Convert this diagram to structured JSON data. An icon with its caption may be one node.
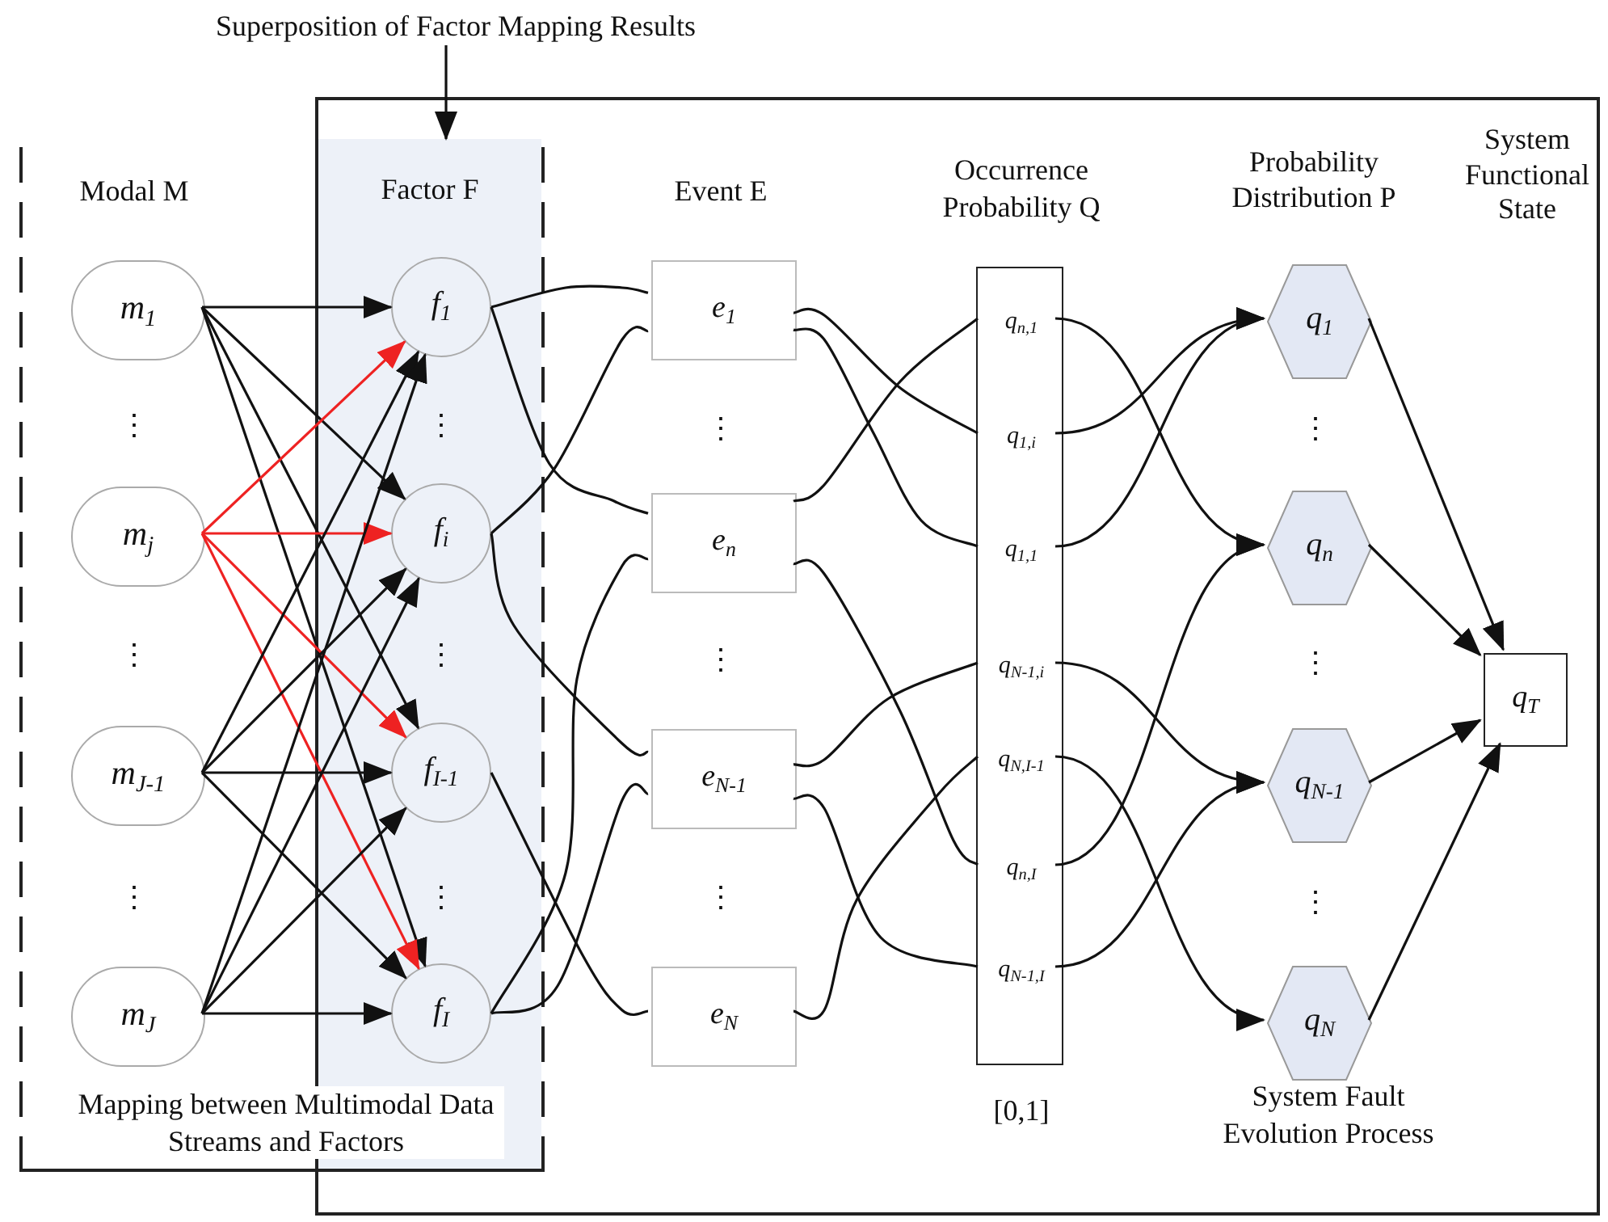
{
  "diagram": {
    "nodes": [
      {
        "text": [
          "Superposition of Factor Mapping Results"
        ]
      },
      {
        "text": [
          "Mapping between Multimodal Data Streams and Factors"
        ]
      },
      {
        "text": [
          "System Fault Evolution Process"
        ]
      },
      {
        "text": [
          "Factor F"
        ]
      },
      {
        "text": [
          "m$_{1}$"
        ],
        "in": 1
      },
      {
        "text": [
          "m$_{j}$"
        ],
        "in": 1
      },
      {
        "text": [
          "m$_{J-1}$"
        ],
        "in": 1
      },
      {
        "text": [
          "m$_{J}$"
        ],
        "in": 1
      },
      {
        "text": [
          "f$_{1}$"
        ],
        "in": 3
      },
      {
        "text": [
          "f$_{i}$"
        ],
        "in": 3
      },
      {
        "text": [
          "f$_{I-1}$"
        ],
        "in": 3
      },
      {
        "text": [
          "f$_{I}$"
        ],
        "in": 3
      },
      {
        "text": [
          "e$_{1}$"
        ],
        "in": 2
      },
      {
        "text": [
          "e$_{n}$"
        ],
        "in": 2
      },
      {
        "text": [
          "e$_{N-1}$"
        ],
        "in": 2
      },
      {
        "text": [
          "e$_{N}$"
        ],
        "in": 2
      },
      {
        "text": [
          "Occurrence Probability Q"
        ],
        "beside": [
          "[0,1]"
        ],
        "in": 2
      },
      {
        "text": [
          "q$_{n,1}$"
        ],
        "in": 16
      },
      {
        "text": [
          "q$_{1,i}$"
        ],
        "in": 16
      },
      {
        "text": [
          "q$_{1,1}$"
        ],
        "in": 16
      },
      {
        "text": [
          "q$_{N-1,i}$"
        ],
        "in": 16
      },
      {
        "text": [
          "q$_{N,I-1}$"
        ],
        "in": 16
      },
      {
        "text": [
          "q$_{n,I}$"
        ],
        "in": 16
      },
      {
        "text": [
          "q$_{N-1,I}$"
        ],
        "in": 16
      },
      {
        "text": [
          "q$_{1}$"
        ],
        "in": 2
      },
      {
        "text": [
          "q$_{n}$"
        ],
        "in": 2
      },
      {
        "text": [
          "q$_{N-1}$"
        ],
        "in": 2
      },
      {
        "text": [
          "q$_{N}$"
        ],
        "in": 2
      },
      {
        "text": [
          "q$_{T}$"
        ],
        "in": 2
      }
    ],
    "edges": [
      {
        "from": 0,
        "to": 3,
        "arrow": "to"
      },
      {
        "from": 4,
        "to": 8,
        "arrow": "to"
      },
      {
        "from": 4,
        "to": 9,
        "arrow": "to"
      },
      {
        "from": 4,
        "to": 10,
        "arrow": "to"
      },
      {
        "from": 4,
        "to": 11,
        "arrow": "to"
      },
      {
        "from": 5,
        "to": 8,
        "arrow": "to",
        "color": "#ee2222"
      },
      {
        "from": 5,
        "to": 9,
        "arrow": "to",
        "color": "#ee2222"
      },
      {
        "from": 5,
        "to": 10,
        "arrow": "to",
        "color": "#ee2222"
      },
      {
        "from": 5,
        "to": 11,
        "arrow": "to",
        "color": "#ee2222"
      },
      {
        "from": 6,
        "to": 8,
        "arrow": "to"
      },
      {
        "from": 6,
        "to": 9,
        "arrow": "to"
      },
      {
        "from": 6,
        "to": 10,
        "arrow": "to"
      },
      {
        "from": 6,
        "to": 11,
        "arrow": "to"
      },
      {
        "from": 7,
        "to": 8,
        "arrow": "to"
      },
      {
        "from": 7,
        "to": 9,
        "arrow": "to"
      },
      {
        "from": 7,
        "to": 10,
        "arrow": "to"
      },
      {
        "from": 7,
        "to": 11,
        "arrow": "to"
      },
      {
        "from": 8,
        "to": 12,
        "arrow": "none"
      },
      {
        "from": 8,
        "to": 13,
        "arrow": "none"
      },
      {
        "from": 9,
        "to": 12,
        "arrow": "none"
      },
      {
        "from": 9,
        "to": 14,
        "arrow": "none"
      },
      {
        "from": 11,
        "to": 13,
        "arrow": "none"
      },
      {
        "from": 11,
        "to": 14,
        "arrow": "none"
      },
      {
        "from": 10,
        "to": 15,
        "arrow": "none"
      },
      {
        "from": 12,
        "to": 19,
        "arrow": "none"
      },
      {
        "from": 13,
        "to": 17,
        "arrow": "none"
      },
      {
        "from": 12,
        "to": 18,
        "arrow": "none"
      },
      {
        "from": 14,
        "to": 23,
        "arrow": "none"
      },
      {
        "from": 13,
        "to": 22,
        "arrow": "none"
      },
      {
        "from": 14,
        "to": 20,
        "arrow": "none"
      },
      {
        "from": 15,
        "to": 21,
        "arrow": "none"
      },
      {
        "from": 17,
        "to": 25,
        "arrow": "to"
      },
      {
        "from": 18,
        "to": 24,
        "arrow": "to"
      },
      {
        "from": 19,
        "to": 24,
        "arrow": "to"
      },
      {
        "from": 20,
        "to": 26,
        "arrow": "to"
      },
      {
        "from": 21,
        "to": 27,
        "arrow": "to"
      },
      {
        "from": 22,
        "to": 25,
        "arrow": "to"
      },
      {
        "from": 23,
        "to": 26,
        "arrow": "to"
      },
      {
        "from": 24,
        "to": 28,
        "arrow": "to"
      },
      {
        "from": 25,
        "to": 28,
        "arrow": "to"
      },
      {
        "from": 26,
        "to": 28,
        "arrow": "to"
      },
      {
        "from": 27,
        "to": 28,
        "arrow": "to"
      }
    ],
    "labels": [
      "Modal M",
      "Event E",
      "Probability Distribution P",
      "System Functional State",
      "⋮",
      "⋮",
      "⋮",
      "⋮",
      "⋮",
      "⋮",
      "⋮",
      "⋮",
      "⋮",
      "⋮",
      "⋮",
      "⋮"
    ]
  }
}
